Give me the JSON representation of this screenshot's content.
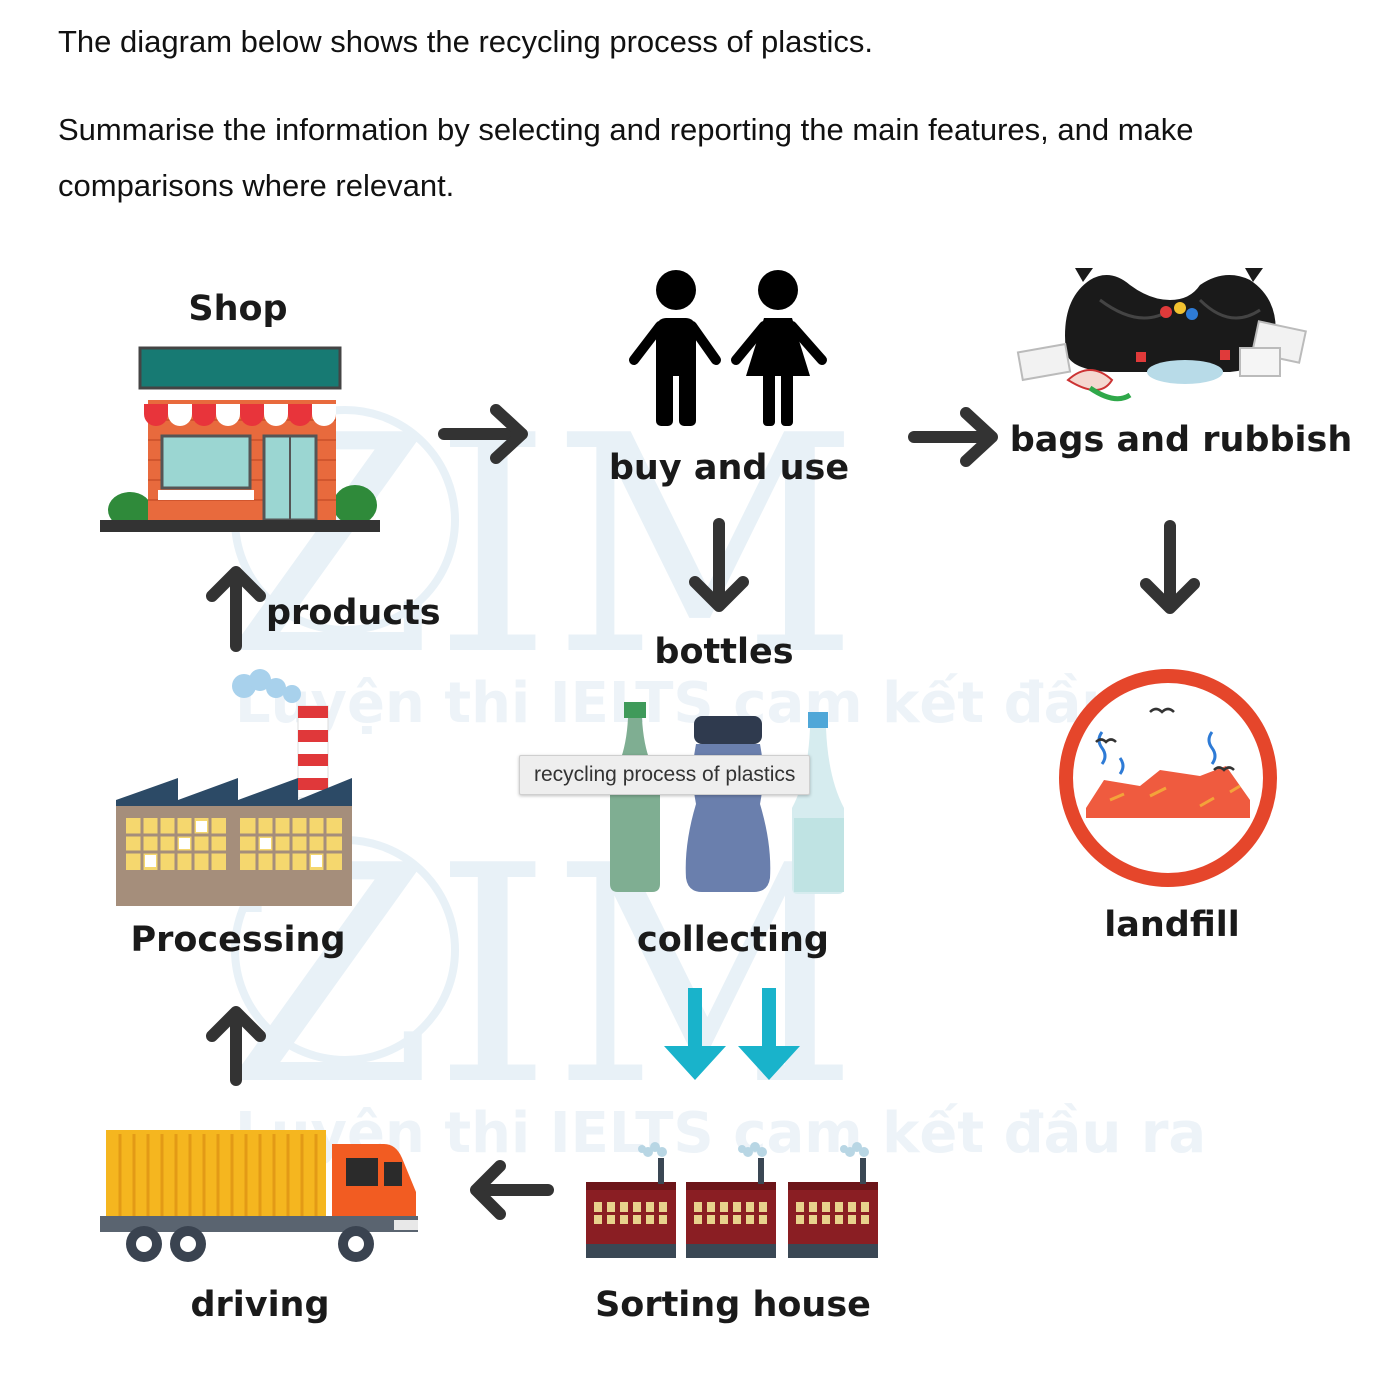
{
  "prompt": {
    "line1": "The diagram below shows the recycling process of plastics.",
    "line2": "Summarise the information by selecting and reporting the main features, and make comparisons where relevant."
  },
  "diagram": {
    "labels": {
      "shop": "Shop",
      "buy_and_use": "buy and use",
      "bags_and_rubbish": "bags and rubbish",
      "products": "products",
      "bottles": "bottles",
      "processing": "Processing",
      "collecting": "collecting",
      "landfill": "landfill",
      "driving": "driving",
      "sorting_house": "Sorting house"
    },
    "watermark": {
      "brand": "ZIM",
      "tagline": "Luyện thi IELTS cam kết đầu ra"
    }
  },
  "tooltip": "recycling process of plastics",
  "colors": {
    "arrow": "#333333",
    "collect_arrow": "#19b3cb",
    "truck_cargo": "#f5b61f",
    "truck_cab": "#f25c22",
    "landfill_ring": "#e5462b",
    "shop_roof": "#177a73",
    "factory_wall": "#a58e7b",
    "sorting_wall": "#8a1e23"
  }
}
